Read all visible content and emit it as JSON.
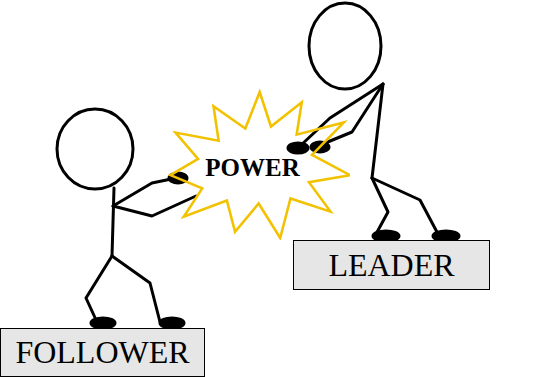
{
  "diagram": {
    "nodes": [
      {
        "text": [
          "POWER"
        ]
      },
      {
        "text": [
          "LEADER"
        ]
      },
      {
        "text": [
          "FOLLOWER"
        ]
      }
    ]
  }
}
